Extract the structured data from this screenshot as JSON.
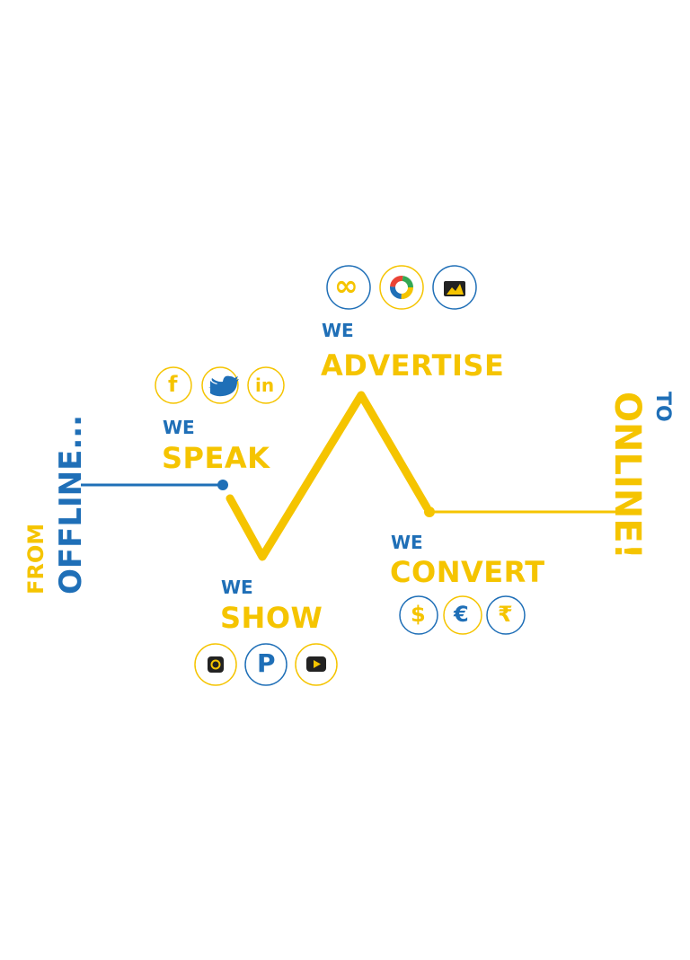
{
  "start": {
    "from": "FROM",
    "offline": "OFFLINE..."
  },
  "end": {
    "to": "TO",
    "online": "ONLINE!"
  },
  "stages": [
    {
      "we": "WE",
      "verb": "SPEAK",
      "icons": [
        "facebook-icon",
        "twitter-icon",
        "linkedin-icon"
      ],
      "glyphs": [
        "f",
        "",
        "in"
      ]
    },
    {
      "we": "WE",
      "verb": "SHOW",
      "icons": [
        "instagram-icon",
        "pinterest-icon",
        "youtube-icon"
      ],
      "glyphs": [
        "",
        "P",
        ""
      ]
    },
    {
      "we": "WE",
      "verb": "ADVERTISE",
      "icons": [
        "meta-icon",
        "google-ads-icon",
        "campaign-icon"
      ],
      "glyphs": [
        "∞",
        "",
        ""
      ]
    },
    {
      "we": "WE",
      "verb": "CONVERT",
      "icons": [
        "dollar-icon",
        "euro-icon",
        "rupee-icon"
      ],
      "glyphs": [
        "$",
        "€",
        "₹"
      ]
    }
  ],
  "colors": {
    "blue": "#1f6fb7",
    "yellow": "#f5c400",
    "google_red": "#ea4335",
    "google_green": "#34a853"
  }
}
